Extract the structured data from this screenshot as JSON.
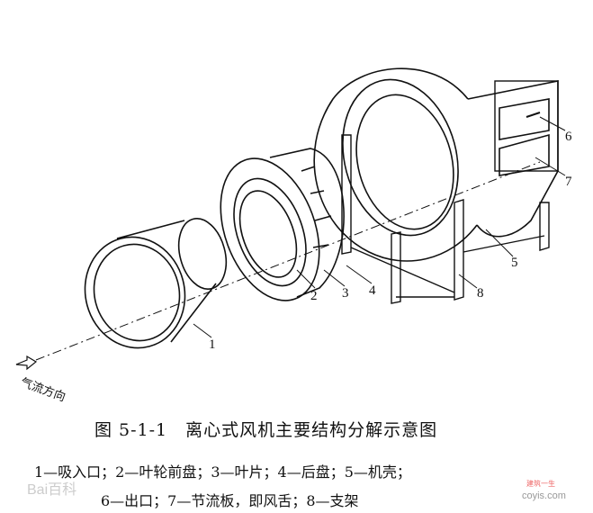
{
  "figure": {
    "title": "图 5-1-1　离心式风机主要结构分解示意图",
    "legend_line1": "1—吸入口；2—叶轮前盘；3—叶片；4—后盘；5—机壳；",
    "legend_line2": "6—出口；7—节流板，即风舌；8—支架",
    "airflow_label": "气流方向",
    "part_numbers": [
      "1",
      "2",
      "3",
      "4",
      "5",
      "6",
      "7",
      "8"
    ]
  },
  "watermarks": {
    "left": "Bai百科",
    "right_cn": "建筑一生",
    "right": "coyis.com"
  }
}
